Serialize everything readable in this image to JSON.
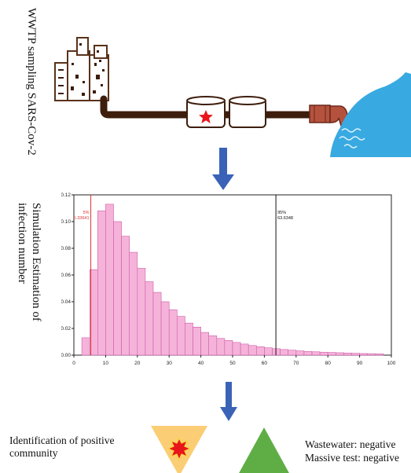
{
  "labels": {
    "top_vertical": "WWTP sampling SARS-Cov-2",
    "mid_vertical_1": "Simulation Estimation of",
    "mid_vertical_2": "infection number",
    "positive_1": "Identification of positive",
    "positive_2": "community",
    "negative_1": "Wastewater: negative",
    "negative_2": "Massive test: negative"
  },
  "colors": {
    "pipe": "#3d1d0c",
    "outlet": "#b5523e",
    "water": "#39a9e1",
    "arrow": "#3a63b8",
    "bar_fill": "#f6b3da",
    "bar_stroke": "#cc5ca8",
    "p5_line": "#d33",
    "p95_line": "#111",
    "triangle_orange": "#fbcd74",
    "triangle_green": "#5fae45",
    "burst_red": "#e8151b",
    "burst_yellow": "#f8d73d"
  },
  "chart_data": {
    "type": "bar",
    "bin_width": 2.5,
    "x_start": 2.5,
    "values": [
      0.013,
      0.064,
      0.108,
      0.113,
      0.1,
      0.089,
      0.077,
      0.065,
      0.055,
      0.047,
      0.04,
      0.034,
      0.029,
      0.024,
      0.021,
      0.017,
      0.0145,
      0.0125,
      0.011,
      0.0095,
      0.0083,
      0.0072,
      0.0063,
      0.0055,
      0.0048,
      0.0042,
      0.0037,
      0.0032,
      0.0028,
      0.0025,
      0.0022,
      0.002,
      0.0018,
      0.0016,
      0.0014,
      0.0012,
      0.0011,
      0.001
    ],
    "xlim": [
      0,
      100
    ],
    "ylim": [
      0,
      0.12
    ],
    "xticks": [
      "0",
      "10",
      "20",
      "30",
      "40",
      "50",
      "60",
      "70",
      "80",
      "90",
      "100"
    ],
    "yticks": [
      "0.00",
      "0.02",
      "0.04",
      "0.06",
      "0.08",
      "0.10",
      "0.12"
    ],
    "markers": [
      {
        "x": 5.33641,
        "percent_label": "5%",
        "value_label": "5.33641",
        "side": "left"
      },
      {
        "x": 63.6348,
        "percent_label": "95%",
        "value_label": "63.6348",
        "side": "right"
      }
    ]
  }
}
